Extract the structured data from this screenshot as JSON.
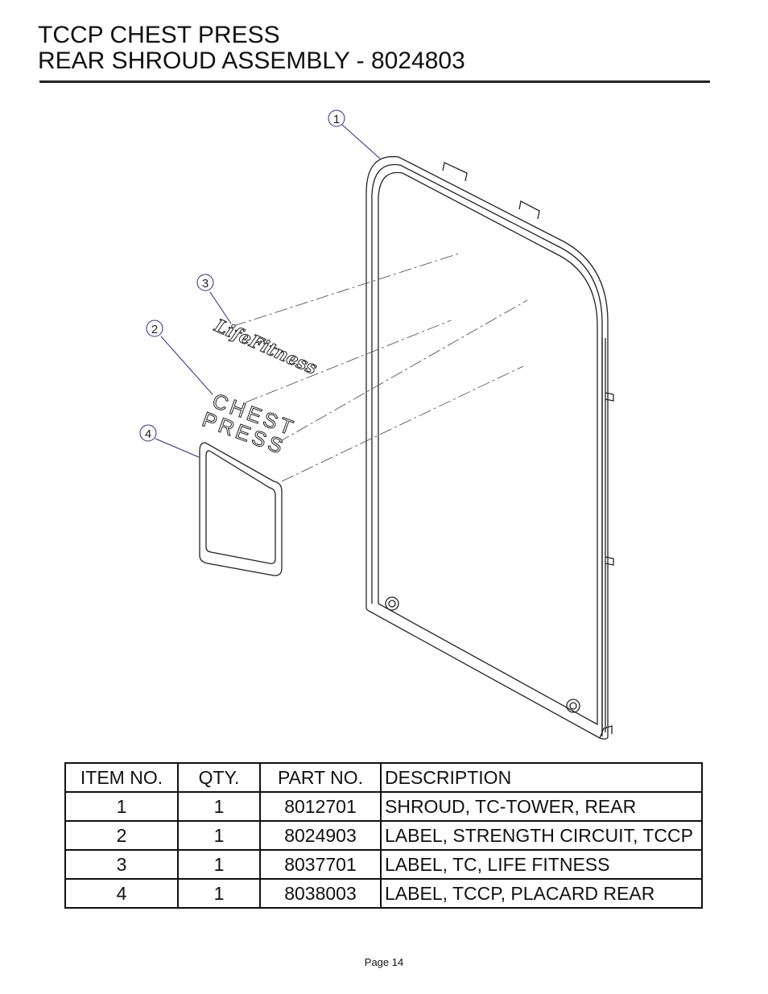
{
  "header": {
    "title_line1": "TCCP CHEST PRESS",
    "title_line2": "REAR SHROUD ASSEMBLY - 8024803"
  },
  "drawing": {
    "callouts": [
      "1",
      "2",
      "3",
      "4"
    ],
    "label_text_line1": "CHEST",
    "label_text_line2": "PRESS",
    "logo_text": "LifeFitness",
    "line_color": "#222222",
    "callout_color": "#2a2a8a"
  },
  "bom": {
    "headers": [
      "ITEM NO.",
      "QTY.",
      "PART NO.",
      "DESCRIPTION"
    ],
    "rows": [
      {
        "item": "1",
        "qty": "1",
        "part": "8012701",
        "desc": "SHROUD, TC-TOWER, REAR"
      },
      {
        "item": "2",
        "qty": "1",
        "part": "8024903",
        "desc": "LABEL, STRENGTH CIRCUIT, TCCP"
      },
      {
        "item": "3",
        "qty": "1",
        "part": "8037701",
        "desc": "LABEL, TC, LIFE FITNESS"
      },
      {
        "item": "4",
        "qty": "1",
        "part": "8038003",
        "desc": "LABEL, TCCP, PLACARD REAR"
      }
    ]
  },
  "footer": {
    "page_label": "Page 14"
  }
}
